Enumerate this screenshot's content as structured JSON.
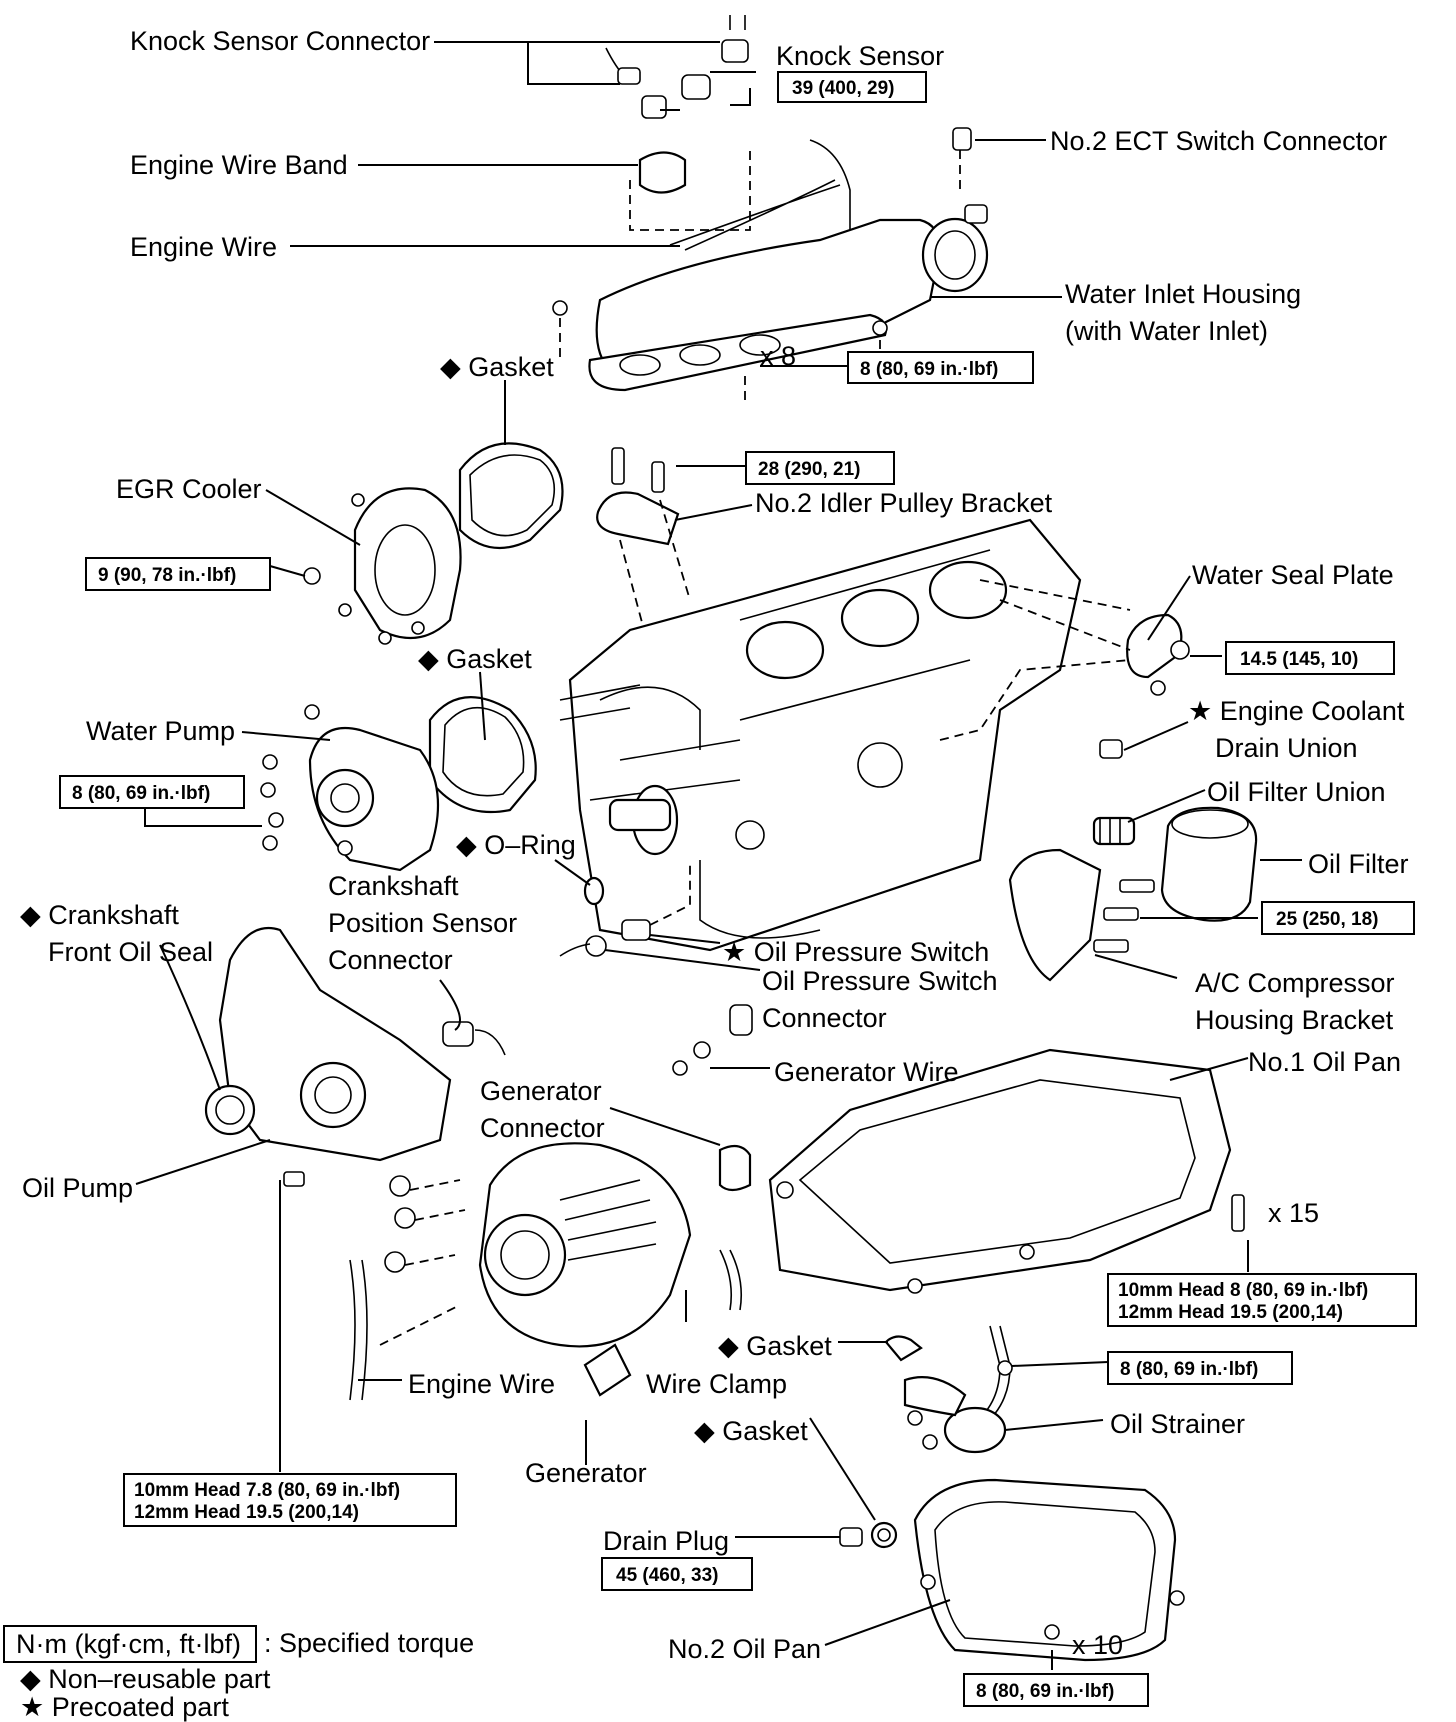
{
  "labels": {
    "knock_sensor_connector": "Knock Sensor Connector",
    "knock_sensor": "Knock Sensor",
    "engine_wire_band": "Engine Wire Band",
    "engine_wire_top": "Engine Wire",
    "no2_ect_switch_connector": "No.2 ECT Switch Connector",
    "water_inlet_housing_1": "Water Inlet Housing",
    "water_inlet_housing_2": "(with Water Inlet)",
    "gasket_top": "◆ Gasket",
    "x8": "x 8",
    "egr_cooler": "EGR Cooler",
    "no2_idler_pulley_bracket": "No.2 Idler Pulley Bracket",
    "water_seal_plate": "Water Seal Plate",
    "gasket_mid": "◆ Gasket",
    "water_pump": "Water Pump",
    "engine_coolant_drain_1": "★ Engine Coolant",
    "engine_coolant_drain_2": "Drain Union",
    "oil_filter_union": "Oil Filter Union",
    "oring": "◆ O–Ring",
    "oil_filter": "Oil Filter",
    "ckp_connector_1": "Crankshaft",
    "ckp_connector_2": "Position Sensor",
    "ckp_connector_3": "Connector",
    "crank_front_seal_1": "◆ Crankshaft",
    "crank_front_seal_2": "Front Oil Seal",
    "oil_pressure_switch": "★ Oil Pressure Switch",
    "oil_pressure_switch_conn_1": "Oil Pressure Switch",
    "oil_pressure_switch_conn_2": "Connector",
    "ac_bracket_1": "A/C Compressor",
    "ac_bracket_2": "Housing Bracket",
    "generator_wire": "Generator Wire",
    "no1_oil_pan": "No.1 Oil Pan",
    "generator_connector_1": "Generator",
    "generator_connector_2": "Connector",
    "oil_pump": "Oil Pump",
    "x15": "x 15",
    "gasket_strainer": "◆ Gasket",
    "engine_wire_bottom": "Engine Wire",
    "wire_clamp": "Wire Clamp",
    "oil_strainer": "Oil Strainer",
    "gasket_drain": "◆ Gasket",
    "generator": "Generator",
    "drain_plug": "Drain Plug",
    "no2_oil_pan": "No.2 Oil Pan",
    "x10": "x 10"
  },
  "torques": {
    "knock_sensor": "39 (400, 29)",
    "water_inlet": "8 (80, 69 in.·lbf)",
    "idler_bracket": "28 (290, 21)",
    "egr_cooler": "9 (90, 78 in.·lbf)",
    "water_seal_plate": "14.5 (145, 10)",
    "water_pump": "8 (80, 69 in.·lbf)",
    "ac_bracket": "25 (250, 18)",
    "no1_oil_pan_1": "10mm Head 8 (80, 69 in.·lbf)",
    "no1_oil_pan_2": "12mm Head 19.5 (200,14)",
    "oil_strainer": "8 (80, 69 in.·lbf)",
    "oil_pump_1": "10mm Head 7.8 (80, 69 in.·lbf)",
    "oil_pump_2": "12mm Head 19.5 (200,14)",
    "drain_plug": "45 (460, 33)",
    "no2_oil_pan": "8 (80, 69 in.·lbf)"
  },
  "legend": {
    "torque_unit": "N·m (kgf·cm, ft·lbf)",
    "torque_desc": ": Specified torque",
    "non_reusable": "◆ Non–reusable part",
    "precoated": "★ Precoated part"
  }
}
